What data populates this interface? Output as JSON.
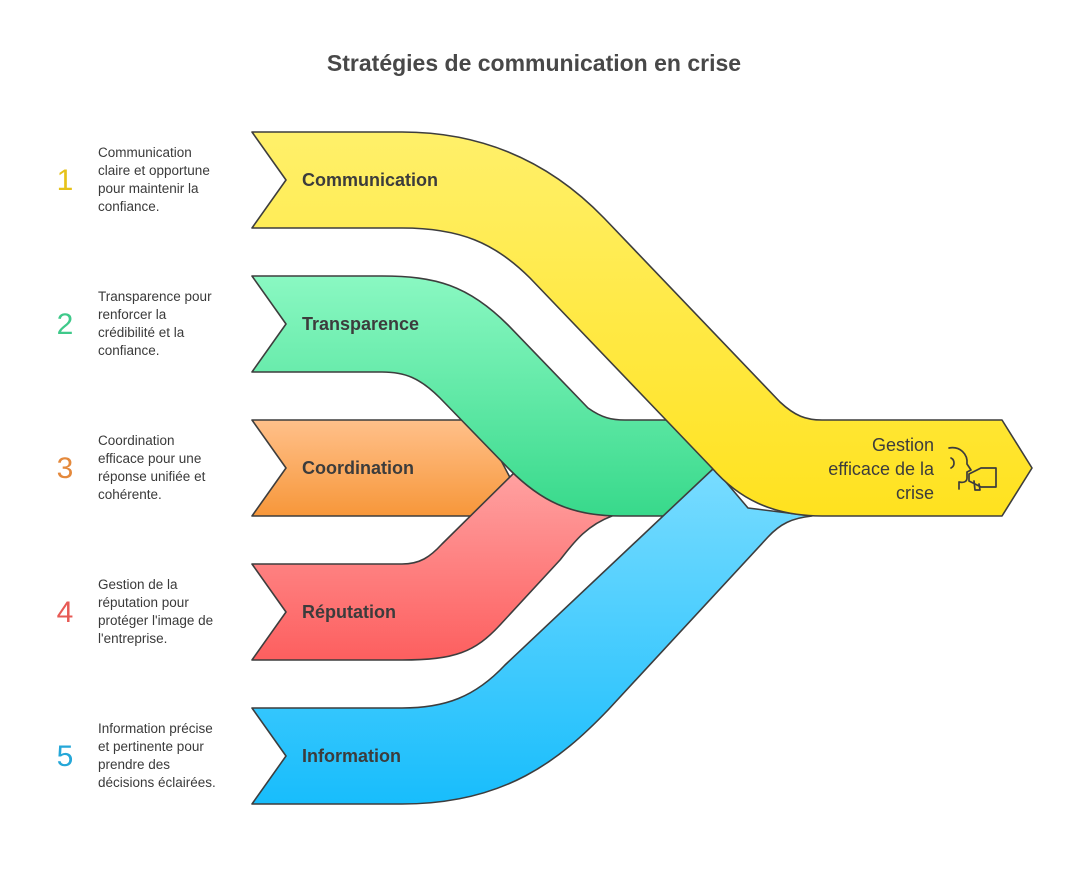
{
  "title": "Stratégies de communication en crise",
  "target": {
    "label": "Gestion efficace de la crise",
    "lines": [
      "Gestion",
      "efficace de la",
      "crise"
    ],
    "icon": "megaphone-speaker-icon"
  },
  "items": [
    {
      "number": "1",
      "label": "Communication",
      "description_lines": [
        "Communication",
        "claire et opportune",
        "pour maintenir la",
        "confiance."
      ],
      "color_top": "#fff06a",
      "color_bottom": "#ffe21f",
      "number_color": "#e6c21a"
    },
    {
      "number": "2",
      "label": "Transparence",
      "description_lines": [
        "Transparence pour",
        "renforcer la",
        "crédibilité et la",
        "confiance."
      ],
      "color_top": "#8af8c2",
      "color_bottom": "#38d98b",
      "number_color": "#3fc98a"
    },
    {
      "number": "3",
      "label": "Coordination",
      "description_lines": [
        "Coordination",
        "efficace pour une",
        "réponse unifiée et",
        "cohérente."
      ],
      "color_top": "#ffc08a",
      "color_bottom": "#f7973a",
      "number_color": "#e4893c"
    },
    {
      "number": "4",
      "label": "Réputation",
      "description_lines": [
        "Gestion de la",
        "réputation pour",
        "protéger l'image de",
        "l'entreprise."
      ],
      "color_top": "#ffa3a3",
      "color_bottom": "#fd5f5f",
      "number_color": "#e75a55"
    },
    {
      "number": "5",
      "label": "Information",
      "description_lines": [
        "Information précise",
        "et pertinente pour",
        "prendre des",
        "décisions éclairées."
      ],
      "color_top": "#79dcff",
      "color_bottom": "#18bdfc",
      "number_color": "#25a7d8"
    }
  ]
}
